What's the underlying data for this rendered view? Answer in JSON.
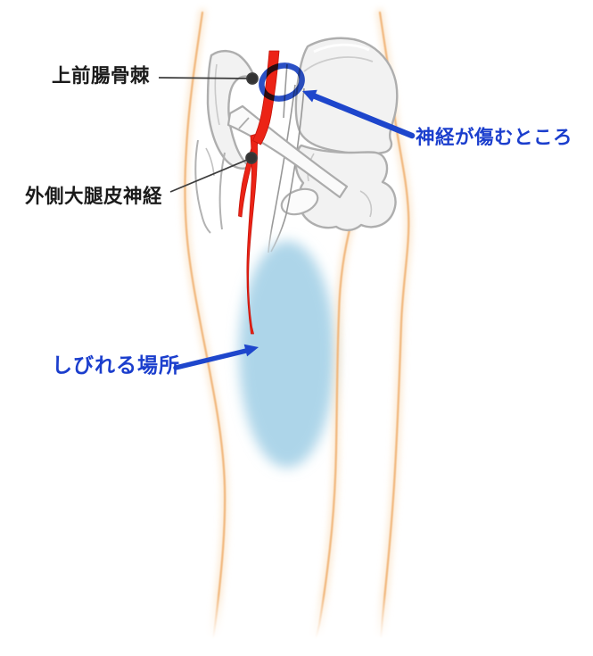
{
  "figure": {
    "type": "medical-anatomy-diagram",
    "subject": "lateral femoral cutaneous nerve of the thigh (front/lateral view)",
    "labels": {
      "asis": "上前腸骨棘",
      "lfcn": "外側大腿皮神経",
      "damage_site": "神経が傷むところ",
      "numb_area": "しびれる場所"
    },
    "colors": {
      "label_black": "#1a1a1a",
      "label_blue": "#1b3ecd",
      "arrow_blue": "#1e46cc",
      "circle_blue": "#2b50c5",
      "nerve_red": "#ec2316",
      "nerve_red_edge": "#c4150b",
      "numb_fill": "#add5e9",
      "bone_fill": "#f2f2f2",
      "bone_stroke": "#aeaeae",
      "bone_detail": "#c9c9c9",
      "thin_nerve_gray": "#989898",
      "skin_line": "#f1b87e",
      "skin_glow": "#f9ddba",
      "leader": "#3c3c3c",
      "background": "#ffffff"
    }
  }
}
